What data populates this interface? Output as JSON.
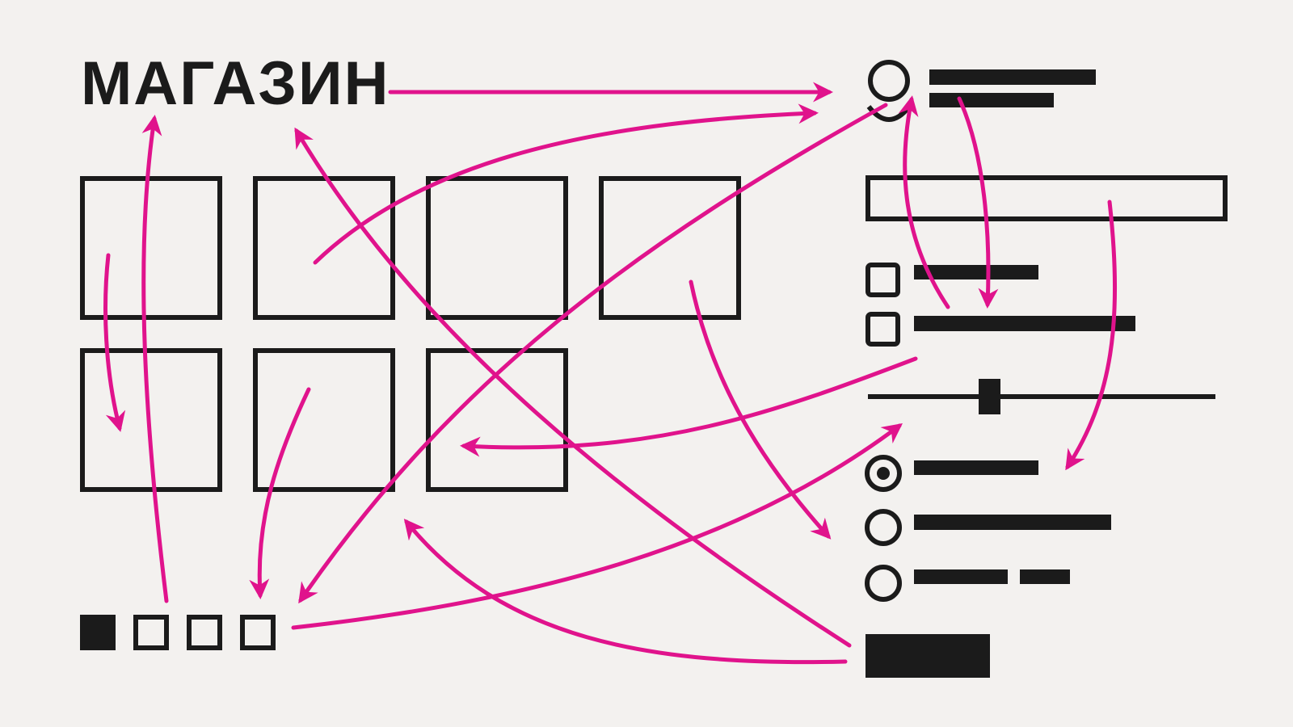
{
  "header": {
    "title": "МАГАЗИН"
  },
  "colors": {
    "background": "#f3f1ef",
    "ink": "#1b1b1b",
    "arrow_accent": "#e0138c"
  },
  "product_grid": {
    "rows": 2,
    "cards_per_row": [
      4,
      3
    ]
  },
  "pagination": {
    "pages": 4,
    "current_page": 1
  },
  "filters": {
    "checkbox_count": 2,
    "radio_count": 3,
    "selected_radio": 1
  },
  "icons": [
    "user-icon"
  ]
}
